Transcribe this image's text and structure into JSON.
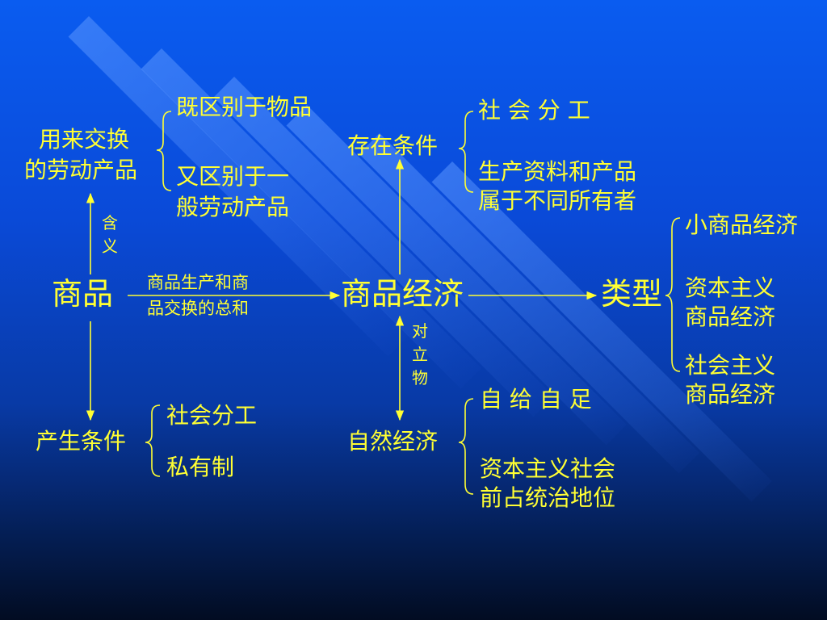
{
  "slide": {
    "background_top": "#0a5cf0",
    "background_bottom": "#020c22",
    "text_color": "#ffff33",
    "line_color": "#ffff33"
  },
  "nodes": {
    "shangpin": "商品",
    "definition": {
      "line1": "用来交换",
      "line2": "的劳动产品"
    },
    "def_points": {
      "p1": "既区别于物品",
      "p2_line1": "又区别于一",
      "p2_line2": "般劳动产品"
    },
    "hanyi": [
      "含",
      "义"
    ],
    "conditions": "产生条件",
    "condition_items": [
      "社会分工",
      "私有制"
    ],
    "sum_label": {
      "line1": "商品生产和商",
      "line2": "品交换的总和"
    },
    "commodity_economy": "商品经济",
    "existence": "存在条件",
    "existence_items": {
      "i1": "社 会 分 工",
      "i2_line1": "生产资料和产品",
      "i2_line2": "属于不同所有者"
    },
    "opposite": [
      "对",
      "立",
      "物"
    ],
    "natural_economy": "自然经济",
    "natural_items": {
      "i1": "自 给 自 足",
      "i2_line1": "资本主义社会",
      "i2_line2": "前占统治地位"
    },
    "types": "类型",
    "type_items": {
      "t1": "小商品经济",
      "t2_line1": "资本主义",
      "t2_line2": "商品经济",
      "t3_line1": "社会主义",
      "t3_line2": "商品经济"
    }
  }
}
